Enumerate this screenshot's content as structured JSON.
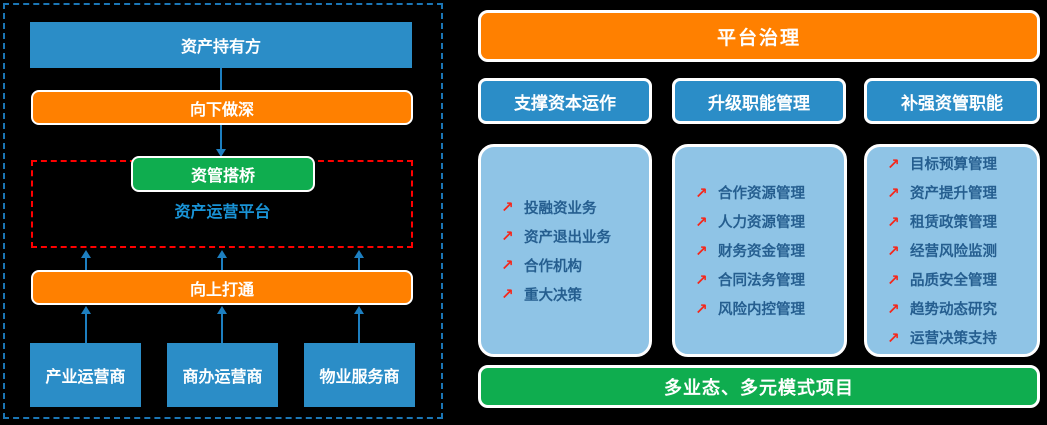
{
  "left_panel": {
    "asset_holder": "资产持有方",
    "down_deep": "向下做深",
    "bridge": "资管搭桥",
    "platform_label": "资产运营平台",
    "up_through": "向上打通",
    "operators": [
      "产业运营商",
      "商办运营商",
      "物业服务商"
    ]
  },
  "right_panel": {
    "header": "平台治理",
    "bullet_icon": "↗",
    "columns": [
      {
        "title": "支撑资本运作",
        "items": [
          "投融资业务",
          "资产退出业务",
          "合作机构",
          "重大决策"
        ]
      },
      {
        "title": "升级职能管理",
        "items": [
          "合作资源管理",
          "人力资源管理",
          "财务资金管理",
          "合同法务管理",
          "风险内控管理"
        ]
      },
      {
        "title": "补强资管职能",
        "items": [
          "目标预算管理",
          "资产提升管理",
          "租赁政策管理",
          "经营风险监测",
          "品质安全管理",
          "趋势动态研究",
          "运营决策支持"
        ]
      }
    ],
    "footer": "多业态、多元模式项目"
  },
  "colors": {
    "background": "#000000",
    "box_blue": "#2B8DC7",
    "box_orange": "#FF8000",
    "box_green": "#0FAD4F",
    "panel_light_blue": "#8FC4E6",
    "panel_text_blue": "#255E8F",
    "bullet_red": "#F5271B",
    "red_dashed_border": "#FF0000",
    "outer_dashed_border": "#1B76B5",
    "connector_blue": "#1D7FC0",
    "platform_label_blue": "#1993D6"
  }
}
